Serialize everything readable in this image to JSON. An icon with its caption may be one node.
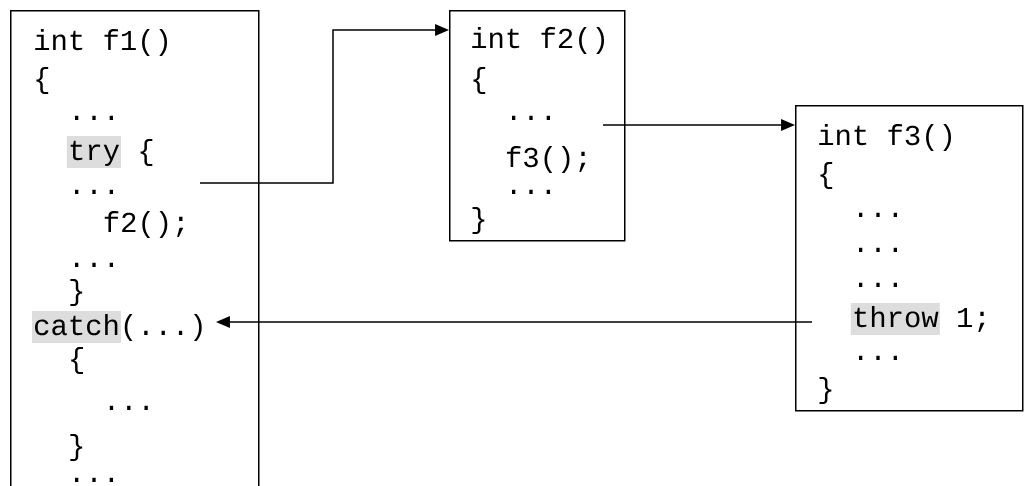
{
  "diagram": {
    "nodes": [
      {
        "text": [
          "int f1()",
          "{",
          "...",
          "try {",
          "...",
          "f2();",
          "...",
          "}",
          "catch(...)",
          "{",
          "...",
          "}",
          "..."
        ]
      },
      {
        "text": [
          "int f2()",
          "{",
          "...",
          "f3();",
          "...",
          "}"
        ]
      },
      {
        "text": [
          "int f3()",
          "{",
          "...",
          "...",
          "...",
          "throw 1;",
          "...",
          "}"
        ]
      }
    ],
    "edges": [
      {
        "from": 0,
        "to": 1,
        "arrow": "to"
      },
      {
        "from": 1,
        "to": 2,
        "arrow": "to"
      },
      {
        "from": 2,
        "to": 0,
        "arrow": "to"
      }
    ]
  }
}
